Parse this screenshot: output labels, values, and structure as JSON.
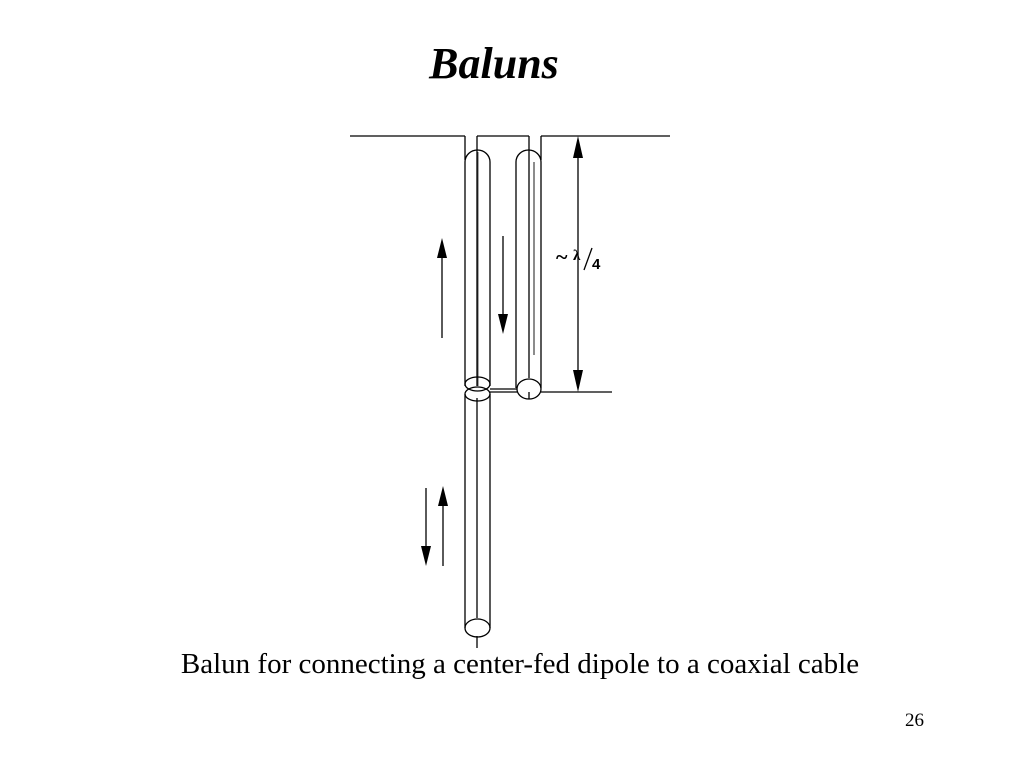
{
  "slide": {
    "title": "Baluns",
    "caption": "Balun for connecting a center-fed dipole to a coaxial cable",
    "page_number": "26"
  },
  "diagram": {
    "dimension_label": {
      "tilde": "~",
      "numerator": "λ",
      "slash": "⁄",
      "denominator": "4"
    }
  },
  "colors": {
    "line": "#000000",
    "background": "#ffffff"
  }
}
